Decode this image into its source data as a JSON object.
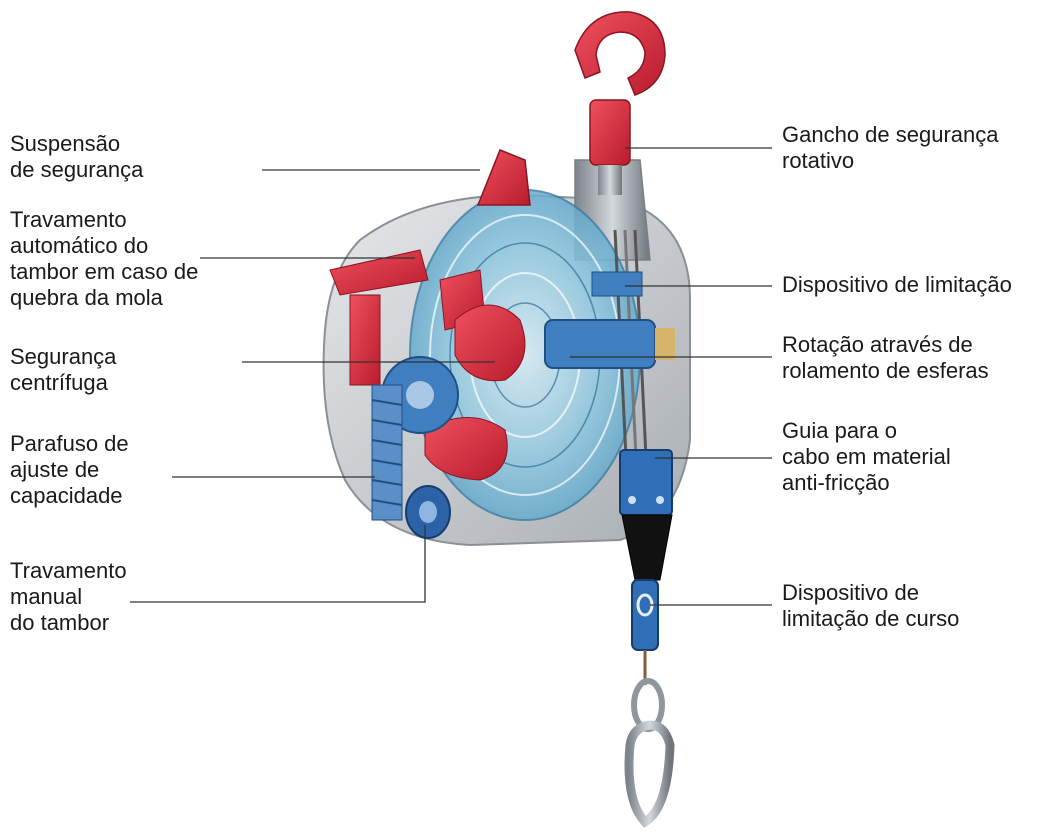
{
  "labels": {
    "suspensao": "Suspensão\nde segurança",
    "travamento_auto": "Travamento\nautomático do\ntambor em caso de\nquebra da mola",
    "seguranca_centrifuga": "Segurança\ncentrífuga",
    "parafuso": "Parafuso de\najuste de\ncapacidade",
    "travamento_manual": "Travamento\nmanual\ndo tambor",
    "gancho": "Gancho de segurança\nrotativo",
    "limitacao": "Dispositivo de limitação",
    "rotacao": "Rotação através de\nrolamento de esferas",
    "guia": "Guia para o\ncabo em material\nanti-fricção",
    "curso": "Dispositivo de\nlimitação de curso"
  },
  "colors": {
    "housing": "#c9ccd0",
    "red_parts": "#e03040",
    "blue_parts": "#3f7fc0",
    "transparent_drum": "#6fb8d8",
    "steel": "#9aa0a6"
  }
}
